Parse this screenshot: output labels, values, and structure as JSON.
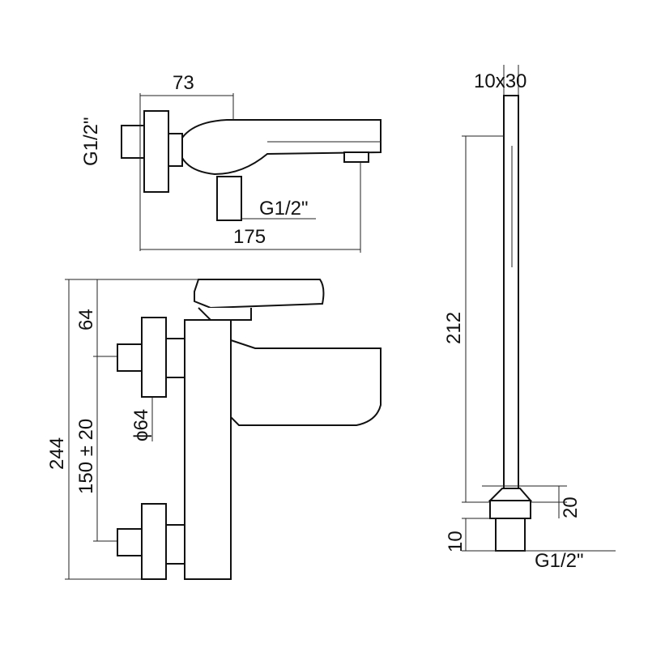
{
  "top_view": {
    "width_to_spout_neck": "73",
    "inlet_side": "G1/2\"",
    "inlet_bottom": "G1/2\"",
    "overall_length": "175"
  },
  "front_view": {
    "top_offset": "64",
    "overall_height": "244",
    "centers": "150 ± 20",
    "flange_diameter": "ϕ64"
  },
  "side_view": {
    "profile": "10x30",
    "length": "212",
    "nut_height": "20",
    "thread_height": "10",
    "thread": "G1/2\""
  }
}
